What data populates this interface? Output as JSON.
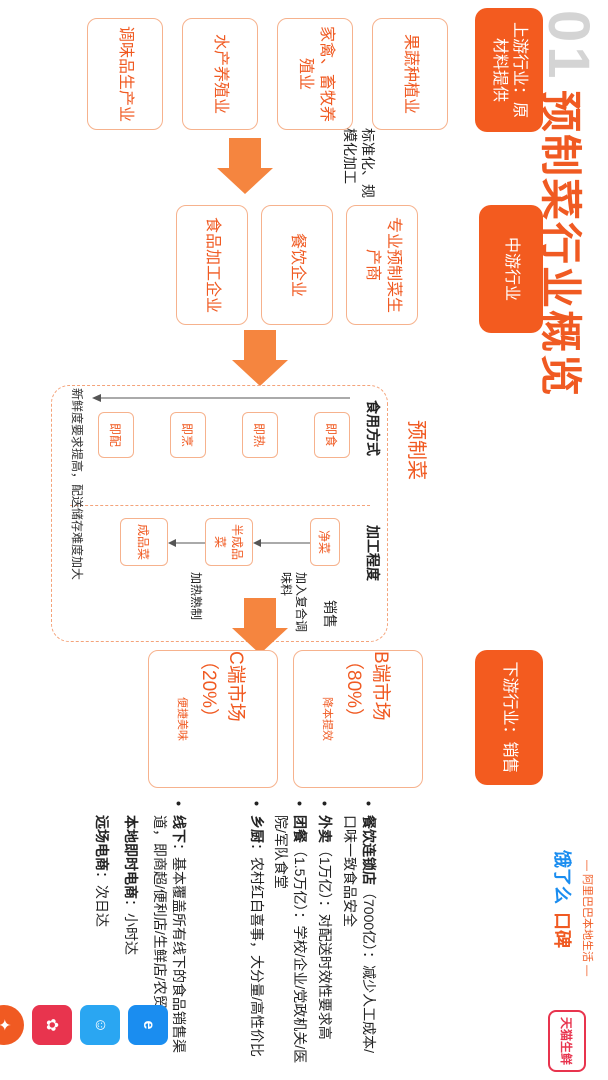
{
  "header": {
    "number": "01",
    "title": "预制菜行业概览"
  },
  "stages": {
    "upstream": "上游行业：原材料提供",
    "midstream": "中游行业",
    "downstream": "下游行业：销售"
  },
  "upstream_items": [
    "果蔬种植业",
    "家禽、畜牧养殖业",
    "水产养殖业",
    "调味品生产业"
  ],
  "arrow1_note": "标准化、规模化加工",
  "midstream_items": [
    "专业预制菜生产商",
    "餐饮企业",
    "食品加工企业"
  ],
  "prepared": {
    "title": "预制菜",
    "consumption_label": "食用方式",
    "processing_label": "加工程度",
    "consumption_items": [
      "即食",
      "即热",
      "即烹",
      "即配"
    ],
    "processing_items": [
      "净菜",
      "半成品菜",
      "成品菜"
    ],
    "process_note_1": "加入复合调味料",
    "process_note_2": "加热熟制",
    "left_axis_note": "新鲜度要求提高，配送储存难度加大"
  },
  "sales_label": "销售",
  "markets": {
    "b_title": "B端市场（80%）",
    "b_sub": "降本提效",
    "c_title": "C端市场（20%）",
    "c_sub": "便捷美味"
  },
  "b_details": [
    {
      "bold": "餐饮连锁店",
      "text": "（7000亿）：减少人工成本/口味一致食品安全"
    },
    {
      "bold": "外卖",
      "text": "（1万亿）：对配送时效性要求高"
    },
    {
      "bold": "团餐",
      "text": "（1.5万亿）：学校/企业/党政机关/医院/军队食堂"
    },
    {
      "bold": "乡厨",
      "text": "：农村红白喜事，大分量/高性价比"
    }
  ],
  "c_details": {
    "offline_bold": "线下",
    "offline_text": "：基本覆盖所有线下的食品销售渠道，即商超/便利店/生鲜店/农贸市场",
    "local_bold": "本地即时电商",
    "local_text": "：小时达",
    "remote_bold": "远场电商",
    "remote_text": "：次日达"
  },
  "branding": {
    "tagline": "— 阿里巴巴本地生活 —",
    "brand1": "饿了么",
    "brand2": "口碑",
    "badge": "天猫生鲜"
  },
  "colors": {
    "accent": "#f35b1f",
    "border": "#f6b28d",
    "gray": "#d4d4d4"
  }
}
